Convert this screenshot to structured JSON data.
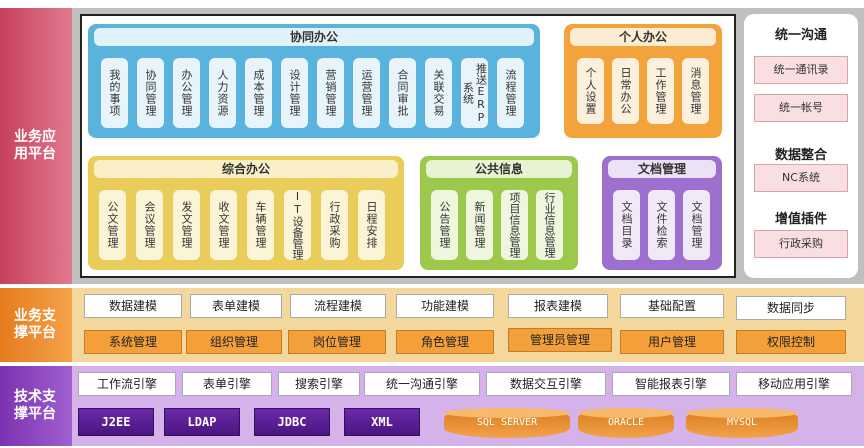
{
  "bands": {
    "app": "业务应用平台",
    "support": "业务支撑平台",
    "tech": "技术支撑平台"
  },
  "panels": [
    {
      "title": "协同办公",
      "items": [
        "我的事项",
        "协同管理",
        "办公管理",
        "人力资源",
        "成本管理",
        "设计管理",
        "营销管理",
        "运营管理",
        "合同审批",
        "关联交易",
        "推送ERP系统",
        "流程管理"
      ]
    },
    {
      "title": "个人办公",
      "items": [
        "个人设置",
        "日常办公",
        "工作管理",
        "消息管理"
      ]
    },
    {
      "title": "综合办公",
      "items": [
        "公文管理",
        "会议管理",
        "发文管理",
        "收文管理",
        "车辆管理",
        "IT设备管理",
        "行政采购",
        "日程安排"
      ]
    },
    {
      "title": "公共信息",
      "items": [
        "公告管理",
        "新闻管理",
        "项目信息管理",
        "行业信息管理"
      ]
    },
    {
      "title": "文档管理",
      "items": [
        "文档目录",
        "文件检索",
        "文档管理"
      ]
    }
  ],
  "side": {
    "sections": [
      {
        "title": "统一沟通",
        "items": [
          "统一通讯录",
          "统一帐号"
        ]
      },
      {
        "title": "数据整合",
        "items": [
          "NC系统"
        ]
      },
      {
        "title": "增值插件",
        "items": [
          "行政采购"
        ]
      }
    ]
  },
  "support": {
    "row1": [
      "数据建模",
      "表单建模",
      "流程建模",
      "功能建模",
      "报表建模",
      "基础配置",
      "数据同步"
    ],
    "row2": [
      "系统管理",
      "组织管理",
      "岗位管理",
      "角色管理",
      "管理员管理",
      "用户管理",
      "权限控制"
    ]
  },
  "tech": {
    "engines": [
      "工作流引擎",
      "表单引擎",
      "搜索引擎",
      "统一沟通引擎",
      "数据交互引擎",
      "智能报表引擎",
      "移动应用引擎"
    ],
    "standards": [
      "J2EE",
      "LDAP",
      "JDBC",
      "XML"
    ],
    "databases": [
      "SQL SERVER",
      "ORACLE",
      "MYSQL"
    ]
  },
  "colors": {
    "app_band": "#c7405a",
    "support_band": "#e57b1d",
    "tech_band": "#7c32b0",
    "blue": "#5ab3dd",
    "orange": "#f2a33c",
    "yellow": "#e9cc5a",
    "green": "#9cc94b",
    "purple": "#9d6fcf"
  }
}
